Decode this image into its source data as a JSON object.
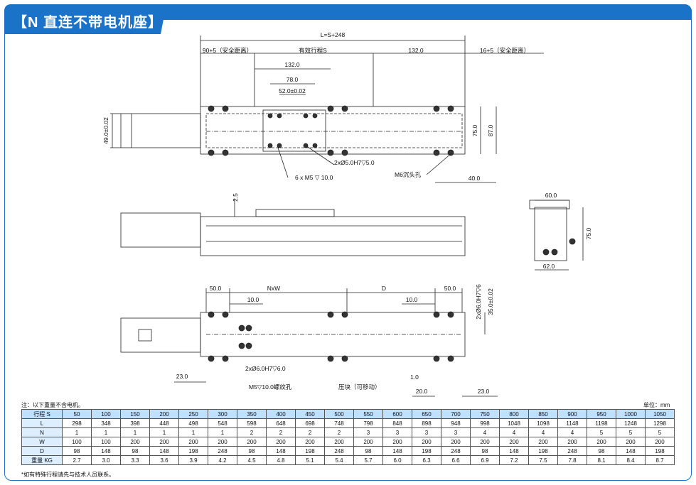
{
  "header": {
    "title": "【N 直连不带电机座】"
  },
  "dims": {
    "L_total": "L=S+248",
    "safe_left": "90+5（安全距离）",
    "stroke": "有效行程S",
    "d132a": "132.0",
    "safe_right": "16+5（安全距离）",
    "d132b": "132.0",
    "d78": "78.0",
    "d52": "52.0±0.02",
    "d49": "49.0±0.02",
    "d75a": "75.0",
    "d87": "87.0",
    "holes_pin": "2xØ5.0H7▽5.0",
    "m5": "6 x M5 ▽ 10.0",
    "m6": "M6沉头孔",
    "d40": "40.0",
    "d25": "2.5",
    "d60": "60.0",
    "d75b": "75.0",
    "d62": "62.0",
    "d50a": "50.0",
    "nxw": "NxW",
    "dD": "D",
    "d50b": "50.0",
    "d10a": "10.0",
    "d10b": "10.0",
    "pin6": "2xØ6.0H7▽6",
    "d35": "35.0±0.02",
    "pin6b": "2xØ6.0H7▽6.0",
    "d23a": "23.0",
    "m5thr": "M5▽10.0螺纹孔",
    "clamp": "压块（可移动）",
    "d10c": "1.0",
    "d20": "20.0",
    "d23b": "23.0"
  },
  "notes": {
    "weight": "注：以下重量不含电机。",
    "unit": "单位：mm",
    "special": "*如有特殊行程请先与技术人员联系。"
  },
  "table": {
    "rows": [
      {
        "label": "行程 S",
        "values": [
          "50",
          "100",
          "150",
          "200",
          "250",
          "300",
          "350",
          "400",
          "450",
          "500",
          "550",
          "600",
          "650",
          "700",
          "750",
          "800",
          "850",
          "900",
          "950",
          "1000",
          "1050"
        ]
      },
      {
        "label": "L",
        "values": [
          "298",
          "348",
          "398",
          "448",
          "498",
          "548",
          "598",
          "648",
          "698",
          "748",
          "798",
          "848",
          "898",
          "948",
          "998",
          "1048",
          "1098",
          "1148",
          "1198",
          "1248",
          "1298"
        ]
      },
      {
        "label": "N",
        "values": [
          "1",
          "1",
          "1",
          "1",
          "1",
          "1",
          "2",
          "2",
          "2",
          "2",
          "3",
          "3",
          "3",
          "3",
          "4",
          "4",
          "4",
          "4",
          "5",
          "5",
          "5"
        ]
      },
      {
        "label": "W",
        "values": [
          "100",
          "100",
          "200",
          "200",
          "200",
          "200",
          "200",
          "200",
          "200",
          "200",
          "200",
          "200",
          "200",
          "200",
          "200",
          "200",
          "200",
          "200",
          "200",
          "200",
          "200"
        ]
      },
      {
        "label": "D",
        "values": [
          "98",
          "148",
          "98",
          "148",
          "198",
          "248",
          "98",
          "148",
          "198",
          "248",
          "98",
          "148",
          "198",
          "248",
          "98",
          "148",
          "198",
          "248",
          "98",
          "148",
          "198"
        ]
      },
      {
        "label": "重量 KG",
        "values": [
          "2.7",
          "3.0",
          "3.3",
          "3.6",
          "3.9",
          "4.2",
          "4.5",
          "4.8",
          "5.1",
          "5.4",
          "5.7",
          "6.0",
          "6.3",
          "6.6",
          "6.9",
          "7.2",
          "7.5",
          "7.8",
          "8.1",
          "8.4",
          "8.7"
        ]
      }
    ]
  }
}
